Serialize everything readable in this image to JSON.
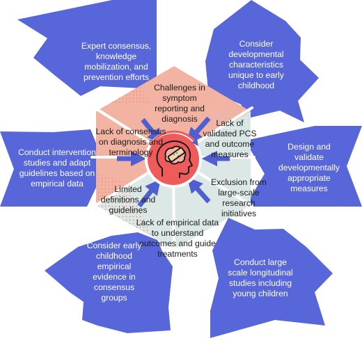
{
  "colors": {
    "arrow_blue": "#5766d8",
    "salmon": "#f3b3a2",
    "salmon_dots": "#e88e78",
    "pale_blue": "#dbe8e6",
    "pale_blue_dots": "#bcd1ce",
    "center_red": "#ef5b5b",
    "connector": "#4f5fd0"
  },
  "center": {
    "icon": "brain-head-bandage-icon"
  },
  "challenges": [
    {
      "id": "symptom",
      "text": "Challenges in symptom reporting and diagnosis",
      "tone": "salmon"
    },
    {
      "id": "pcs",
      "text": "Lack of validated PCS and outcome measures",
      "tone": "pale"
    },
    {
      "id": "exclusion",
      "text": "Exclusion from large-scale research initiatives",
      "tone": "pale"
    },
    {
      "id": "empirical",
      "text": "Lack of empirical data to understand outcomes and guide treatments",
      "tone": "pale"
    },
    {
      "id": "definitions",
      "text": "Limited definitions and guidelines",
      "tone": "salmon"
    },
    {
      "id": "consensus",
      "text": "Lack of consensus on diagnosis and terminology",
      "tone": "salmon"
    }
  ],
  "recommendations": [
    {
      "id": "top-left",
      "text": "Expert consensus, knowledge mobilization, and prevention efforts"
    },
    {
      "id": "top-right",
      "text": "Consider developmental characteristics unique to early childhood"
    },
    {
      "id": "right",
      "text": "Design and validate developmentally appropriate measures"
    },
    {
      "id": "bottom-right",
      "text": "Conduct large scale longitudinal studies including young children"
    },
    {
      "id": "bottom-left",
      "text": "Consider early childhood empirical evidence in consensus groups"
    },
    {
      "id": "left",
      "text": "Conduct intervention studies and adapt guidelines based on empirical data"
    }
  ]
}
